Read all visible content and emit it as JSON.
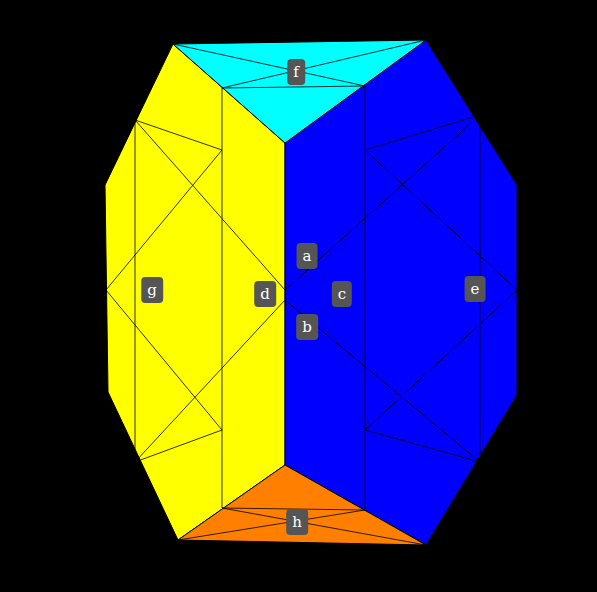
{
  "diagram": {
    "labels": [
      "f",
      "a",
      "g",
      "d",
      "c",
      "e",
      "b",
      "h"
    ]
  }
}
